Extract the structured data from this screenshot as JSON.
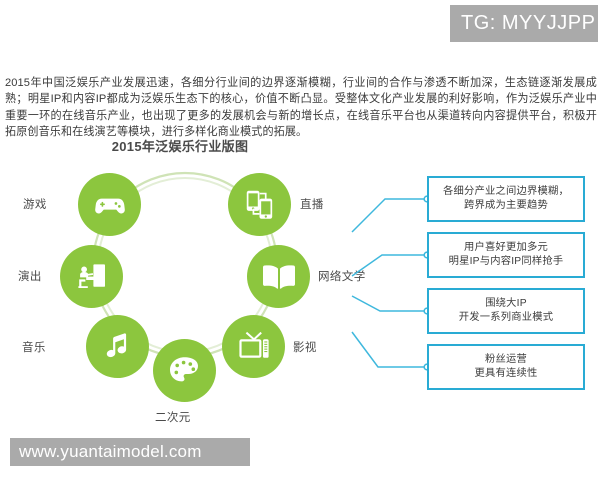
{
  "banner": {
    "text": "TG: MYYJJPP"
  },
  "intro": {
    "paragraph": "2015年中国泛娱乐产业发展迅速，各细分行业间的边界逐渐模糊，行业间的合作与渗透不断加深，生态链逐渐发展成熟；明星IP和内容IP都成为泛娱乐生态下的核心，价值不断凸显。受整体文化产业发展的利好影响，作为泛娱乐产业中重要一环的在线音乐产业，也出现了更多的发展机会与新的增长点，在线音乐平台也从渠道转向内容提供平台，积极开拓原创音乐和在线演艺等模块，进行多样化商业模式的拓展。"
  },
  "diagram": {
    "title": "2015年泛娱乐行业版图",
    "ring_color": "#8cc63e",
    "nodes": [
      {
        "id": "game",
        "label": "游戏",
        "icon": "gamepad-icon"
      },
      {
        "id": "live",
        "label": "直播",
        "icon": "two-phones-icon"
      },
      {
        "id": "literature",
        "label": "网络文学",
        "icon": "open-book-icon"
      },
      {
        "id": "film",
        "label": "影视",
        "icon": "television-icon"
      },
      {
        "id": "anime",
        "label": "二次元",
        "icon": "palette-icon"
      },
      {
        "id": "music",
        "label": "音乐",
        "icon": "music-note-icon"
      },
      {
        "id": "show",
        "label": "演出",
        "icon": "piano-player-icon"
      }
    ]
  },
  "callouts": {
    "accent_color": "#29abd4",
    "items": [
      {
        "line1": "各细分产业之间边界模糊，",
        "line2": "跨界成为主要趋势"
      },
      {
        "line1": "用户喜好更加多元",
        "line2": "明星IP与内容IP同样抢手"
      },
      {
        "line1": "围绕大IP",
        "line2": "开发一系列商业模式"
      },
      {
        "line1": "粉丝运营",
        "line2": "更具有连续性"
      }
    ]
  },
  "watermark": {
    "text": "www.yuantaimodel.com"
  }
}
